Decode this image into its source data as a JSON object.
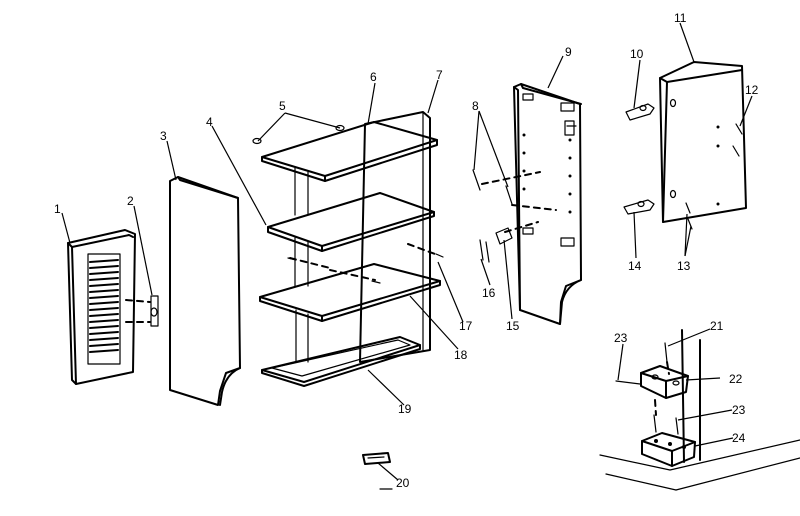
{
  "callouts": [
    {
      "id": "1",
      "text": "1"
    },
    {
      "id": "2",
      "text": "2"
    },
    {
      "id": "3",
      "text": "3"
    },
    {
      "id": "4",
      "text": "4"
    },
    {
      "id": "5",
      "text": "5"
    },
    {
      "id": "6",
      "text": "6"
    },
    {
      "id": "7",
      "text": "7"
    },
    {
      "id": "8",
      "text": "8"
    },
    {
      "id": "9",
      "text": "9"
    },
    {
      "id": "10",
      "text": "10"
    },
    {
      "id": "11",
      "text": "11"
    },
    {
      "id": "12",
      "text": "12"
    },
    {
      "id": "13",
      "text": "13"
    },
    {
      "id": "14",
      "text": "14"
    },
    {
      "id": "15",
      "text": "15"
    },
    {
      "id": "16",
      "text": "16"
    },
    {
      "id": "17",
      "text": "17"
    },
    {
      "id": "18",
      "text": "18"
    },
    {
      "id": "19",
      "text": "19"
    },
    {
      "id": "20",
      "text": "20"
    },
    {
      "id": "21",
      "text": "21"
    },
    {
      "id": "22",
      "text": "22"
    },
    {
      "id": "23a",
      "text": "23"
    },
    {
      "id": "23b",
      "text": "23"
    },
    {
      "id": "24",
      "text": "24"
    }
  ]
}
